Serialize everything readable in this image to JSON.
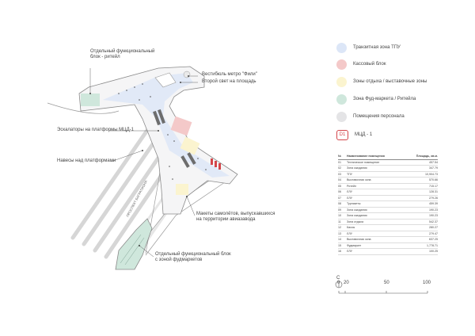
{
  "callouts": {
    "retail_block": "Отдельный функциональный\nблок - ритейл",
    "metro_vestibule": "Вестибюль метро \"Фили\"",
    "second_light": "Второй свет на площадь",
    "escalators": "Эскалаторы на платформы  МЦД-1",
    "canopies": "Навесы над платформами",
    "street": "ПРОСПЕКТ БАГРАТИОНА",
    "aircraft_models": "Макеты самолётов, выпускавшихся\nна территории авиазавода",
    "food_block": "Отдельный функциональный блок\nс зоной фудмаркетов"
  },
  "legend": [
    {
      "label": "Транзитная зона ТПУ",
      "color": "#dce6f7"
    },
    {
      "label": "Кассовый блок",
      "color": "#f4c9c9"
    },
    {
      "label": "Зоны отдыха / выставочные зоны",
      "color": "#fbf4cf"
    },
    {
      "label": "Зона Фуд-маркета / Ритейла",
      "color": "#cfe7dc"
    },
    {
      "label": "Помещения персонала",
      "color": "#e4e4e6"
    }
  ],
  "mcd": {
    "badge": "D1",
    "label": "МЦД - 1"
  },
  "table": {
    "headers": [
      "№",
      "Наименование помещения",
      "Площадь, кв.м."
    ],
    "rows": [
      [
        "01",
        "Техническое помещение",
        "457.54"
      ],
      [
        "02",
        "Зона ожидания",
        "347.79"
      ],
      [
        "03",
        "ТПУ",
        "10,904.73"
      ],
      [
        "04",
        "Выставочная зона",
        "570.66"
      ],
      [
        "05",
        "Ритейл",
        "715.17"
      ],
      [
        "06",
        "ЛЛУ",
        "128.31"
      ],
      [
        "07",
        "ЛЛУ",
        "279.26"
      ],
      [
        "08",
        "Турникеты",
        "459.39"
      ],
      [
        "09",
        "Зона ожидания",
        "190.23"
      ],
      [
        "10",
        "Зона ожидания",
        "190.23"
      ],
      [
        "11",
        "Зона отдыха",
        "542.37"
      ],
      [
        "12",
        "Кассы",
        "280.27"
      ],
      [
        "13",
        "ЛЛУ",
        "279.47"
      ],
      [
        "14",
        "Выставочная зона",
        "637.25"
      ],
      [
        "15",
        "Фудмаркет",
        "1,778.71"
      ],
      [
        "16",
        "ЛЛУ",
        "100.25"
      ]
    ]
  },
  "scale": {
    "north": "С",
    "ticks": [
      "0",
      "20",
      "50",
      "100"
    ]
  }
}
